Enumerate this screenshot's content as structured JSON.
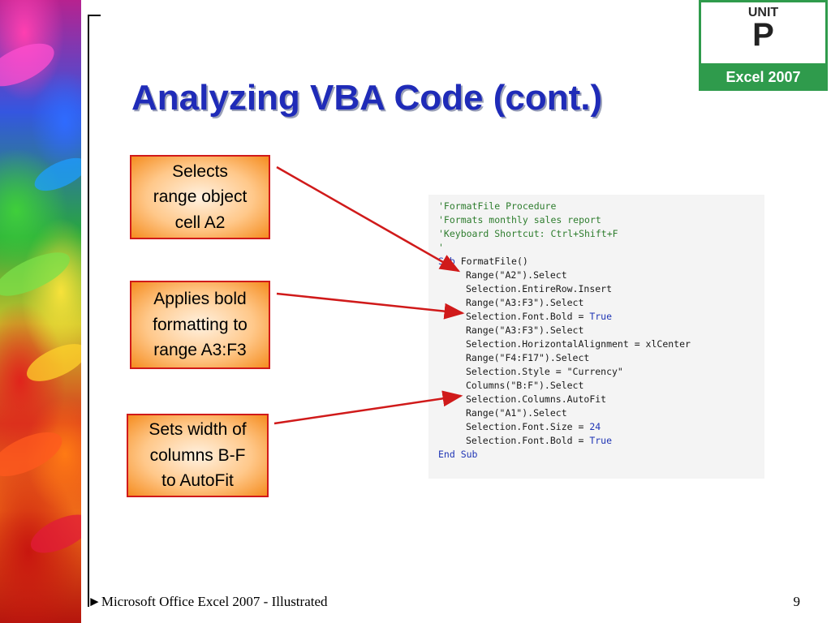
{
  "slide": {
    "title": "Analyzing VBA Code (cont.)",
    "page_number": "9"
  },
  "badge": {
    "unit_word": "UNIT",
    "unit_letter": "P",
    "product": "Excel 2007",
    "accent_color": "#2f9b4c"
  },
  "callouts": [
    {
      "id": "select-a2",
      "text": "Selects\nrange object\ncell A2"
    },
    {
      "id": "bold-a3f3",
      "text": "Applies bold\nformatting to\nrange A3:F3"
    },
    {
      "id": "autofit",
      "text": "Sets width of\ncolumns B-F\nto AutoFit"
    }
  ],
  "code_lines": [
    {
      "indent": 0,
      "parts": [
        {
          "t": "'FormatFile Procedure",
          "c": "comment"
        }
      ]
    },
    {
      "indent": 0,
      "parts": [
        {
          "t": "'Formats monthly sales report",
          "c": "comment"
        }
      ]
    },
    {
      "indent": 0,
      "parts": [
        {
          "t": "'Keyboard Shortcut: Ctrl+Shift+F",
          "c": "comment"
        }
      ]
    },
    {
      "indent": 0,
      "parts": [
        {
          "t": "'",
          "c": "comment"
        }
      ]
    },
    {
      "indent": 0,
      "parts": [
        {
          "t": "Sub",
          "c": "kw"
        },
        {
          "t": " FormatFile()",
          "c": "text"
        }
      ]
    },
    {
      "indent": 1,
      "parts": [
        {
          "t": "Range(\"A2\").Select",
          "c": "text"
        }
      ]
    },
    {
      "indent": 1,
      "parts": [
        {
          "t": "Selection.EntireRow.Insert",
          "c": "text"
        }
      ]
    },
    {
      "indent": 1,
      "parts": [
        {
          "t": "Range(\"A3:F3\").Select",
          "c": "text"
        }
      ]
    },
    {
      "indent": 1,
      "parts": [
        {
          "t": "Selection.Font.Bold = ",
          "c": "text"
        },
        {
          "t": "True",
          "c": "kw"
        }
      ]
    },
    {
      "indent": 1,
      "parts": [
        {
          "t": "Range(\"A3:F3\").Select",
          "c": "text"
        }
      ]
    },
    {
      "indent": 1,
      "parts": [
        {
          "t": "Selection.HorizontalAlignment = xlCenter",
          "c": "text"
        }
      ]
    },
    {
      "indent": 1,
      "parts": [
        {
          "t": "Range(\"F4:F17\").Select",
          "c": "text"
        }
      ]
    },
    {
      "indent": 1,
      "parts": [
        {
          "t": "Selection.Style = \"Currency\"",
          "c": "text"
        }
      ]
    },
    {
      "indent": 1,
      "parts": [
        {
          "t": "Columns(\"B:F\").Select",
          "c": "text"
        }
      ]
    },
    {
      "indent": 1,
      "parts": [
        {
          "t": "Selection.Columns.AutoFit",
          "c": "text"
        }
      ]
    },
    {
      "indent": 1,
      "parts": [
        {
          "t": "Range(\"A1\").Select",
          "c": "text"
        }
      ]
    },
    {
      "indent": 1,
      "parts": [
        {
          "t": "Selection.Font.Size = ",
          "c": "text"
        },
        {
          "t": "24",
          "c": "kw"
        }
      ]
    },
    {
      "indent": 1,
      "parts": [
        {
          "t": "Selection.Font.Bold = ",
          "c": "text"
        },
        {
          "t": "True",
          "c": "kw"
        }
      ]
    },
    {
      "indent": 0,
      "parts": [
        {
          "t": "End Sub",
          "c": "kw"
        }
      ]
    }
  ],
  "footer": {
    "bullet": "►",
    "text": "Microsoft Office Excel 2007 - Illustrated"
  },
  "colors": {
    "title": "#1f2bb8",
    "callout_border": "#d01a1a",
    "arrow": "#d01a1a",
    "code_comment": "#2e7d2e",
    "code_keyword": "#1f35b5"
  }
}
